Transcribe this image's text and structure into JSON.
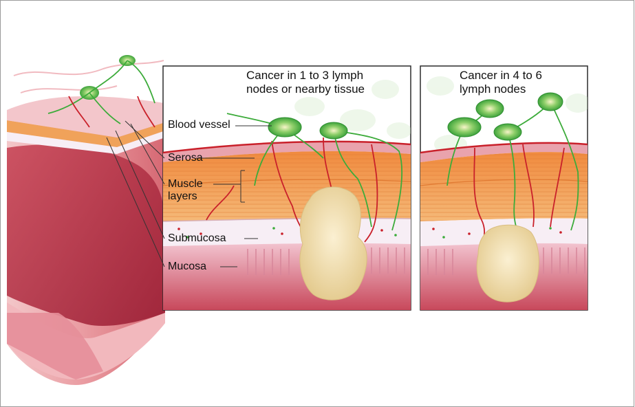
{
  "panels": [
    {
      "title_line1": "Cancer in 1 to 3 lymph",
      "title_line2": "nodes or nearby tissue"
    },
    {
      "title_line1": "Cancer in 4 to 6",
      "title_line2": "lymph nodes"
    }
  ],
  "labels": {
    "blood_vessel": "Blood vessel",
    "serosa": "Serosa",
    "muscle_line1": "Muscle",
    "muscle_line2": "layers",
    "submucosa": "Submucosa",
    "mucosa": "Mucosa"
  },
  "colors": {
    "serosa": "#e9a3ad",
    "muscle": "#f0a25a",
    "submucosa": "#f7eef5",
    "mucosa": "#e79aa8",
    "tumor": "#f2dfae",
    "lymph_node": "#3cab3a",
    "blood_vessel": "#c9202a"
  }
}
